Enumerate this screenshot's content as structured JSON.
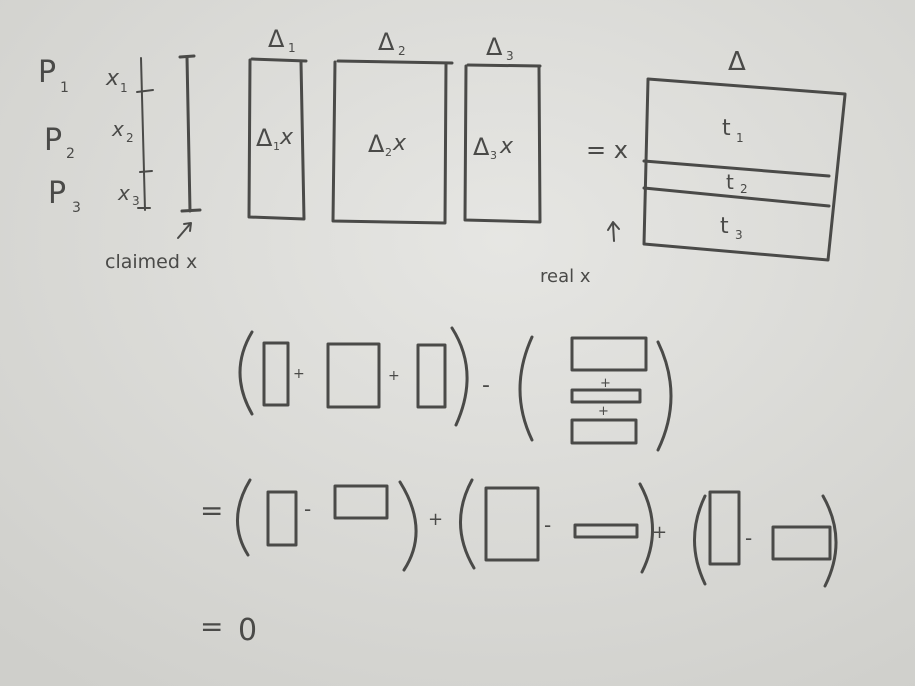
{
  "board": {
    "top_left": {
      "rows": [
        {
          "p": "P",
          "p_sub": "1",
          "x": "x",
          "x_sub": "1"
        },
        {
          "p": "P",
          "p_sub": "2",
          "x": "x",
          "x_sub": "2"
        },
        {
          "p": "P",
          "p_sub": "3",
          "x": "x",
          "x_sub": "3"
        }
      ],
      "claimed_label": "claimed x"
    },
    "deltas": [
      {
        "header": "Δ",
        "header_sub": "1",
        "body": "Δ",
        "body_sub": "1",
        "body_x": "x"
      },
      {
        "header": "Δ",
        "header_sub": "2",
        "body": "Δ",
        "body_sub": "2",
        "body_x": "x"
      },
      {
        "header": "Δ",
        "header_sub": "3",
        "body": "Δ",
        "body_sub": "3",
        "body_x": "x"
      }
    ],
    "equals_x": "= x",
    "real_label": "real x",
    "delta_total": {
      "header": "Δ",
      "rows": [
        {
          "t": "t",
          "sub": "1"
        },
        {
          "t": "t",
          "sub": "2"
        },
        {
          "t": "t",
          "sub": "3"
        }
      ]
    },
    "equations": {
      "line1": {
        "plus1": "+",
        "plus2": "+",
        "minus": "-",
        "stack_plus1": "+",
        "stack_plus2": "+"
      },
      "line2": {
        "equals": "=",
        "minus1": "-",
        "plus1": "+",
        "minus2": "-",
        "plus2": "+",
        "minus3": "-"
      },
      "line3": {
        "equals": "=",
        "value": "0"
      }
    }
  }
}
